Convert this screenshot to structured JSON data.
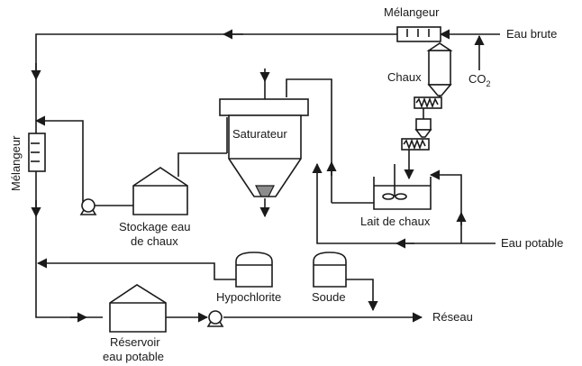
{
  "labels": {
    "melangeur_top": "Mélangeur",
    "eau_brute": "Eau brute",
    "chaux": "Chaux",
    "co2_main": "CO",
    "co2_sub": "2",
    "melangeur_left": "Mélangeur",
    "saturateur": "Saturateur",
    "stockage_line1": "Stockage eau",
    "stockage_line2": "de chaux",
    "lait_de_chaux": "Lait de chaux",
    "eau_potable": "Eau potable",
    "hypochlorite": "Hypochlorite",
    "soude": "Soude",
    "reseau": "Réseau",
    "reservoir_line1": "Réservoir",
    "reservoir_line2": "eau potable"
  },
  "colors": {
    "line": "#1a1a1a",
    "sludge": "#8c8c8c",
    "background": "#ffffff"
  }
}
